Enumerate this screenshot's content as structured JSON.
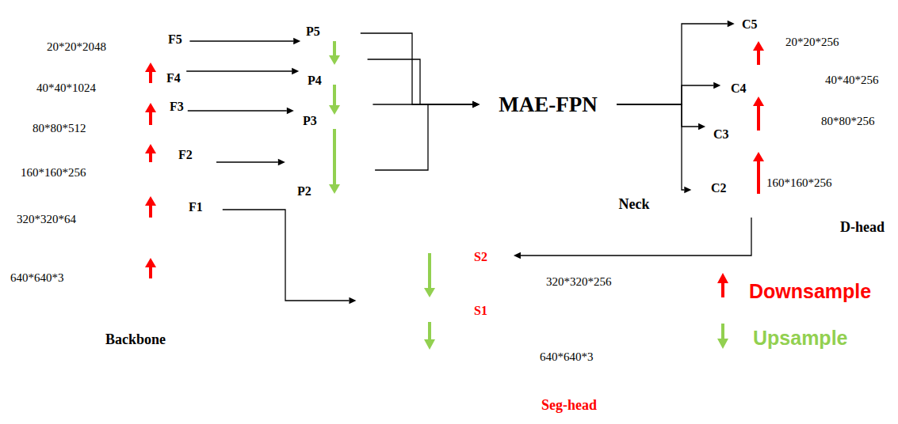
{
  "diagram": {
    "nodes": [
      {
        "text": [
          "Backbone"
        ]
      },
      {
        "text": [
          "F5"
        ],
        "in": 0
      },
      {
        "text": [
          "F4"
        ],
        "in": 0
      },
      {
        "text": [
          "F3"
        ],
        "in": 0
      },
      {
        "text": [
          "F2"
        ],
        "in": 0
      },
      {
        "text": [
          "F1"
        ],
        "in": 0
      },
      {
        "text": [
          "Neck"
        ]
      },
      {
        "text": [
          "P5"
        ],
        "in": 6
      },
      {
        "text": [
          "P4"
        ],
        "in": 6
      },
      {
        "text": [
          "P3"
        ],
        "in": 6
      },
      {
        "text": [
          "P2"
        ],
        "in": 6
      },
      {
        "text": [
          "MAE-FPN"
        ],
        "in": 6
      },
      {
        "text": [
          "D-head"
        ]
      },
      {
        "text": [
          "C5"
        ],
        "in": 12
      },
      {
        "text": [
          "C4"
        ],
        "in": 12
      },
      {
        "text": [
          "C3"
        ],
        "in": 12
      },
      {
        "text": [
          "C2"
        ],
        "in": 12
      },
      {
        "text": [
          "Seg-head"
        ]
      },
      {
        "text": [
          "S2"
        ],
        "in": 17
      },
      {
        "text": [
          "S1"
        ],
        "in": 17
      }
    ],
    "edges": [
      {
        "from": 1,
        "to": 7,
        "arrow": "to"
      },
      {
        "from": 2,
        "to": 8,
        "arrow": "to"
      },
      {
        "from": 3,
        "to": 9,
        "arrow": "to"
      },
      {
        "from": 4,
        "to": 10,
        "arrow": "to"
      },
      {
        "from": 5,
        "to": 19,
        "arrow": "to"
      },
      {
        "from": 5,
        "to": 4,
        "arrow": "to"
      },
      {
        "from": 4,
        "to": 3,
        "arrow": "to"
      },
      {
        "from": 3,
        "to": 2,
        "arrow": "to"
      },
      {
        "from": 2,
        "to": 1,
        "arrow": "to"
      },
      {
        "from": 7,
        "to": 8,
        "arrow": "to"
      },
      {
        "from": 8,
        "to": 9,
        "arrow": "to"
      },
      {
        "from": 9,
        "to": 10,
        "arrow": "to"
      },
      {
        "from": 7,
        "to": 11,
        "arrow": "to"
      },
      {
        "from": 8,
        "to": 11,
        "arrow": "to"
      },
      {
        "from": 9,
        "to": 11,
        "arrow": "to"
      },
      {
        "from": 10,
        "to": 11,
        "arrow": "to"
      },
      {
        "from": 11,
        "to": 13,
        "arrow": "to"
      },
      {
        "from": 11,
        "to": 14,
        "arrow": "to"
      },
      {
        "from": 11,
        "to": 15,
        "arrow": "to"
      },
      {
        "from": 11,
        "to": 16,
        "arrow": "to"
      },
      {
        "from": 16,
        "to": 15,
        "arrow": "to"
      },
      {
        "from": 15,
        "to": 14,
        "arrow": "to"
      },
      {
        "from": 14,
        "to": 13,
        "arrow": "to"
      },
      {
        "from": 16,
        "to": 18,
        "arrow": "to"
      },
      {
        "from": 18,
        "to": 19,
        "arrow": "to"
      }
    ],
    "labels": [
      "20*20*2048",
      "40*40*1024",
      "80*80*512",
      "160*160*256",
      "320*320*64",
      "640*640*3",
      "20*20*256",
      "40*40*256",
      "80*80*256",
      "160*160*256",
      "320*320*256",
      "640*640*3"
    ],
    "legend": [
      {
        "text": "Downsample"
      },
      {
        "text": "Upsample"
      }
    ]
  }
}
